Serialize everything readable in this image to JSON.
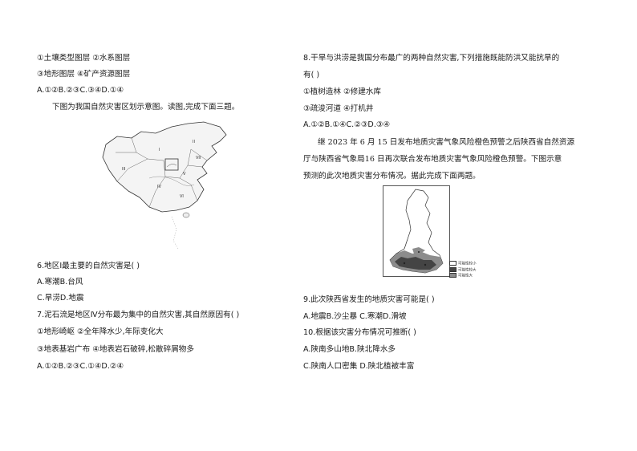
{
  "left": {
    "l1": "①土壤类型图层  ②水系图层",
    "l2": "③地形图层   ④矿产资源图层",
    "l3": "A.①②B.②③C.③④D.①④",
    "l4": "下图为我国自然灾害区划示意图。读图,完成下面三题。",
    "map_labels": [
      "I",
      "II",
      "III",
      "IV",
      "V",
      "VI",
      "VII"
    ],
    "q6": "6.地区Ⅰ最主要的自然灾害是(    )",
    "q6a": "A.寒潮B.台风",
    "q6b": "C.旱涝D.地震",
    "q7": "7.泥石流是地区Ⅳ分布最为集中的自然灾害,其自然原因有(    )",
    "q7o1": "①地形崎岖   ②全年降水少,年际变化大",
    "q7o2": "③地表基岩广布  ④地表岩石破碎,松散碎屑物多",
    "q7a": "A.①②B.②③C.①④D.②④"
  },
  "right": {
    "q8": "8.干旱与洪涝是我国分布最广的两种自然灾害,下列措施既能防洪又能抗旱的",
    "q8b": "有(    )",
    "q8o1": "①植树造林   ②修建水库",
    "q8o2": "③疏浚河道   ④打机井",
    "q8a": "A.①②B.①④C.②③D.③④",
    "p1": "继 2023 年 6 月 15 日发布地质灾害气象风险橙色预警之后陕西省自然资源",
    "p2": "厅与陕西省气象局16 日再次联合发布地质灾害气象风险橙色预警。下图示意",
    "p3": "预测的此次地质灾害分布情况。据此完成下面两题。",
    "legend": [
      "可能性较小",
      "可能性较大",
      "可能性大"
    ],
    "legend_colors": [
      "#ffffff",
      "#444444",
      "#8c8c8c"
    ],
    "q9": "9.此次陕西省发生的地质灾害可能是(    )",
    "q9a": "A.地震B.沙尘暴 C.寒潮D.滑坡",
    "q10": "10.根据该灾害分布情况可推断(    )",
    "q10a": "A.陕南多山地B.陕北降水多",
    "q10b": "C.陕南人口密集  D.陕北植被丰富"
  }
}
